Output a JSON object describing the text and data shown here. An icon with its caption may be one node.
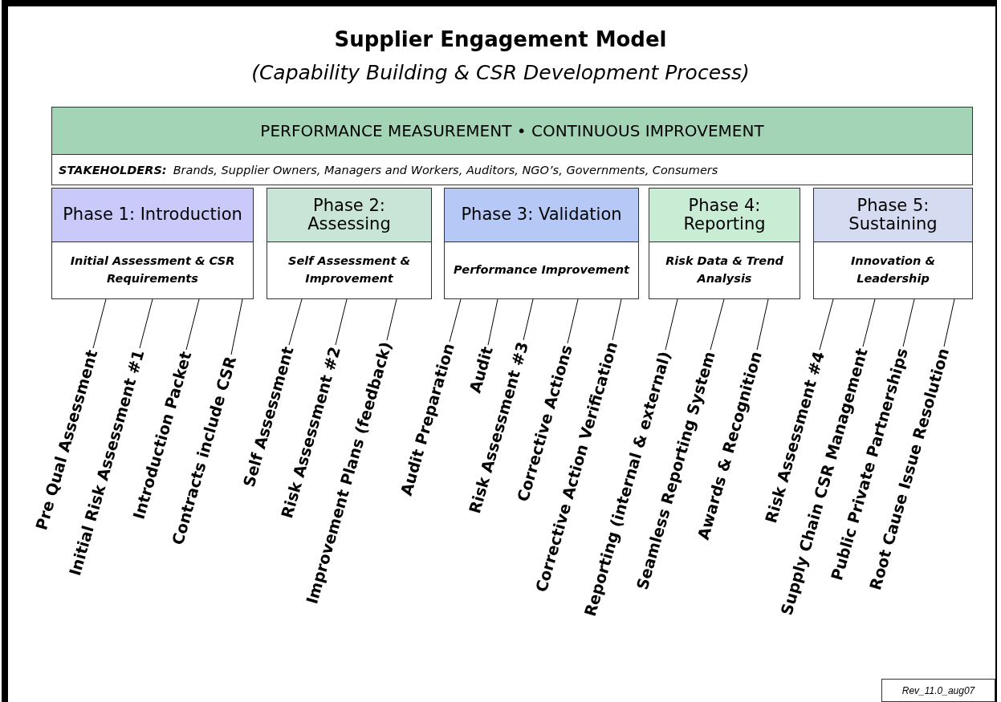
{
  "diagram": {
    "title": "Supplier Engagement Model",
    "nodes": [
      {
        "text": [
          "PERFORMANCE MEASUREMENT • CONTINUOUS IMPROVEMENT"
        ]
      },
      {
        "text": [
          "STAKEHOLDERS:",
          "Brands, Supplier Owners, Managers and Workers, Auditors, NGO’s, Governments, Consumers"
        ]
      },
      {
        "text": [
          "Phase 1: Introduction",
          "Initial Assessment & CSR Requirements"
        ]
      },
      {
        "text": [
          "Phase 2: Assessing",
          "Self Assessment & Improvement"
        ]
      },
      {
        "text": [
          "Phase 3: Validation",
          "Performance Improvement"
        ]
      },
      {
        "text": [
          "Phase 4: Reporting",
          "Risk Data & Trend Analysis"
        ]
      },
      {
        "text": [
          "Phase 5: Sustaining",
          "Innovation & Leadership"
        ]
      },
      {
        "text": [
          "Pre Qual Assessment"
        ]
      },
      {
        "text": [
          "Initial Risk Assessment #1"
        ]
      },
      {
        "text": [
          "Introduction Packet"
        ]
      },
      {
        "text": [
          "Contracts include CSR"
        ]
      },
      {
        "text": [
          "Self Assessment"
        ]
      },
      {
        "text": [
          "Risk Assessment #2"
        ]
      },
      {
        "text": [
          "Improvement Plans (feedback)"
        ]
      },
      {
        "text": [
          "Audit Preparation"
        ]
      },
      {
        "text": [
          "Audit"
        ]
      },
      {
        "text": [
          "Risk Assessment #3"
        ]
      },
      {
        "text": [
          "Corrective Actions"
        ]
      },
      {
        "text": [
          "Corrective Action Verification"
        ]
      },
      {
        "text": [
          "Reporting (internal & external)"
        ]
      },
      {
        "text": [
          "Seamless Reporting System"
        ]
      },
      {
        "text": [
          "Awards & Recognition"
        ]
      },
      {
        "text": [
          "Risk Assessment #4"
        ]
      },
      {
        "text": [
          "Supply Chain CSR Management"
        ]
      },
      {
        "text": [
          "Public Private Partnerships"
        ]
      },
      {
        "text": [
          "Root Cause Issue Resolution"
        ]
      },
      {
        "text": [
          "Rev_11.0_aug07"
        ]
      }
    ],
    "edges": [
      {
        "from": 7,
        "to": 2,
        "arrow": "none"
      },
      {
        "from": 8,
        "to": 2,
        "arrow": "none"
      },
      {
        "from": 9,
        "to": 2,
        "arrow": "none"
      },
      {
        "from": 10,
        "to": 2,
        "arrow": "none"
      },
      {
        "from": 11,
        "to": 3,
        "arrow": "none"
      },
      {
        "from": 12,
        "to": 3,
        "arrow": "none"
      },
      {
        "from": 13,
        "to": 3,
        "arrow": "none"
      },
      {
        "from": 14,
        "to": 4,
        "arrow": "none"
      },
      {
        "from": 15,
        "to": 4,
        "arrow": "none"
      },
      {
        "from": 16,
        "to": 4,
        "arrow": "none"
      },
      {
        "from": 17,
        "to": 4,
        "arrow": "none"
      },
      {
        "from": 18,
        "to": 4,
        "arrow": "none"
      },
      {
        "from": 19,
        "to": 5,
        "arrow": "none"
      },
      {
        "from": 20,
        "to": 5,
        "arrow": "none"
      },
      {
        "from": 21,
        "to": 5,
        "arrow": "none"
      },
      {
        "from": 22,
        "to": 6,
        "arrow": "none"
      },
      {
        "from": 23,
        "to": 6,
        "arrow": "none"
      },
      {
        "from": 24,
        "to": 6,
        "arrow": "none"
      },
      {
        "from": 25,
        "to": 6,
        "arrow": "none"
      }
    ],
    "labels": [
      "(Capability Building & CSR Development Process)"
    ]
  }
}
